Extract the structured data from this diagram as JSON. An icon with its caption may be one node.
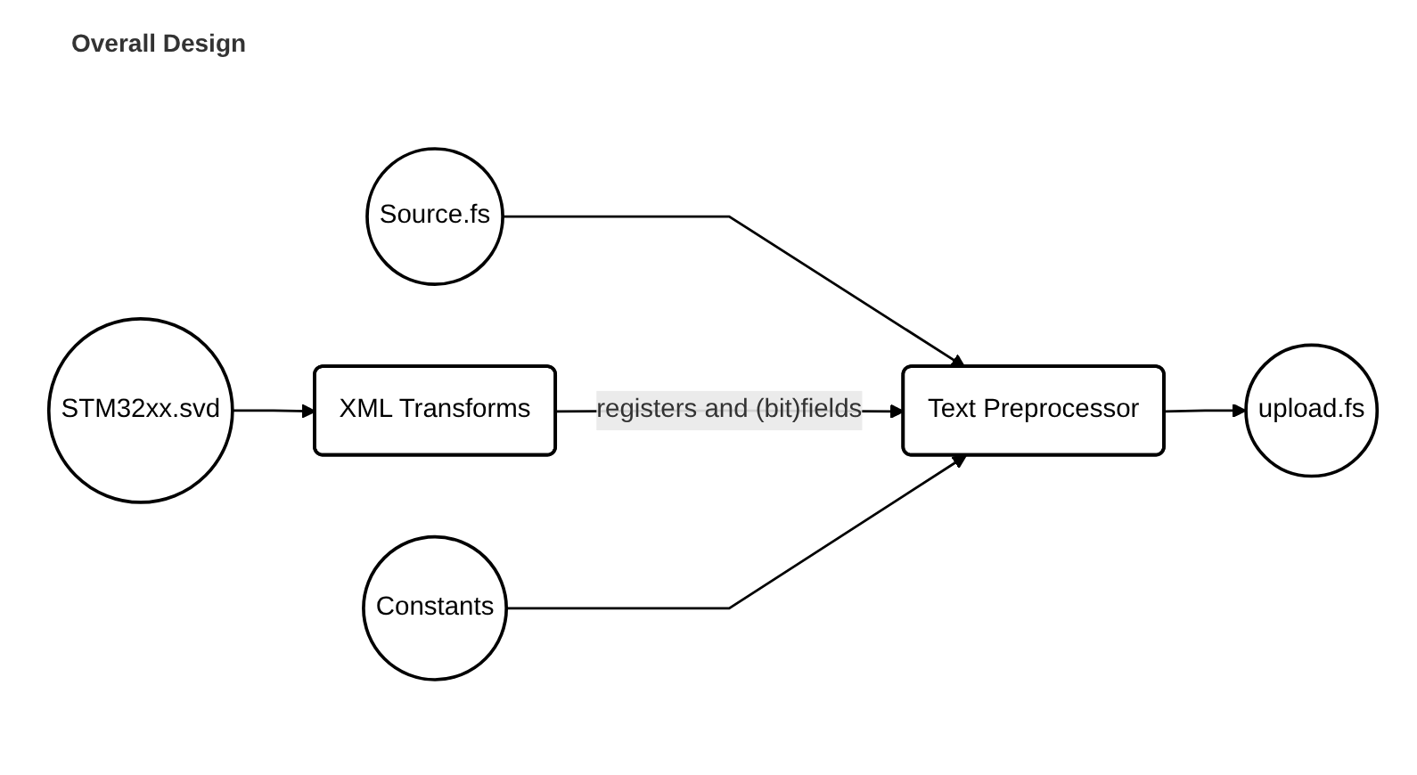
{
  "diagram": {
    "title": "Overall Design",
    "nodes": [
      {
        "text": [
          "Source.fs"
        ]
      },
      {
        "text": [
          "Text Preprocessor"
        ]
      },
      {
        "text": [
          "upload.fs"
        ]
      },
      {
        "text": [
          "STM32xx.svd"
        ]
      },
      {
        "text": [
          "XML Transforms"
        ]
      },
      {
        "text": [
          "Constants"
        ]
      }
    ],
    "edges": [
      {
        "from": 0,
        "to": 1,
        "arrow": "to"
      },
      {
        "from": 1,
        "to": 2,
        "arrow": "to"
      },
      {
        "from": 3,
        "to": 4,
        "arrow": "to"
      },
      {
        "from": 4,
        "to": 1,
        "arrow": "to",
        "label": "registers and (bit)fields"
      },
      {
        "from": 5,
        "to": 1,
        "arrow": "to"
      }
    ]
  }
}
